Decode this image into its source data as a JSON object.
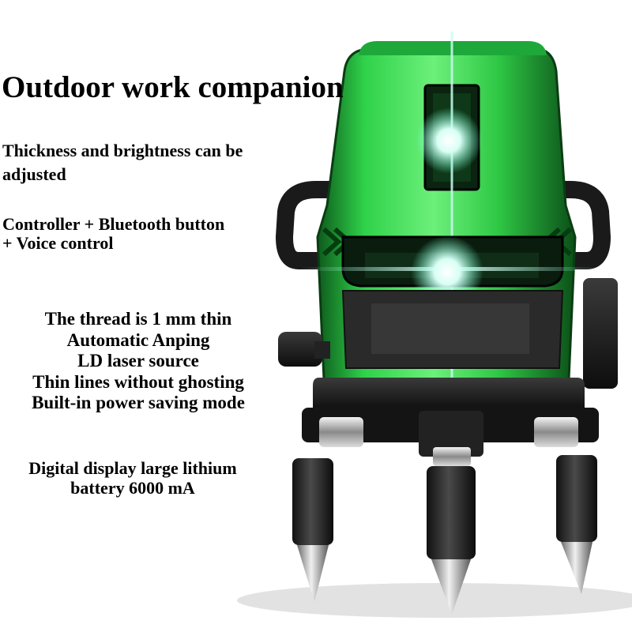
{
  "headline": "Outdoor work companion",
  "features": {
    "brightness": "Thickness and brightness can be adjusted",
    "control": [
      "Controller + Bluetooth button",
      "+ Voice control"
    ],
    "specs": [
      "The thread is 1 mm thin",
      "Automatic Anping",
      "LD laser source",
      "Thin lines without ghosting",
      "Built-in power saving mode"
    ],
    "battery": [
      "Digital display large lithium",
      "battery 6000 mA"
    ]
  },
  "colors": {
    "body_green": "#2fd14a",
    "dark_green": "#0d5a1c",
    "laser": "#c8fff0",
    "base": "#1a1a1a"
  }
}
